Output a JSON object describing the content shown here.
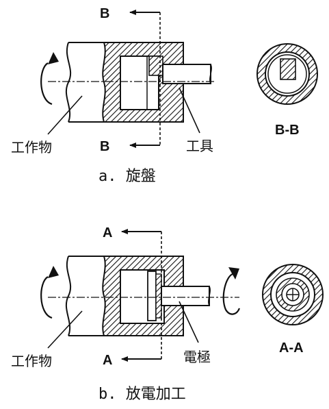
{
  "colors": {
    "ink": "#111111",
    "background": "#ffffff"
  },
  "diagram_a": {
    "section_label_top": "B",
    "section_label_bottom": "B",
    "workpiece_label": "工作物",
    "tool_label": "工具",
    "section_view_label": "B-B",
    "caption": "a. 旋盤"
  },
  "diagram_b": {
    "section_label_top": "A",
    "section_label_bottom": "A",
    "workpiece_label": "工作物",
    "tool_label": "電極",
    "section_view_label": "A-A",
    "caption": "b. 放電加工"
  }
}
